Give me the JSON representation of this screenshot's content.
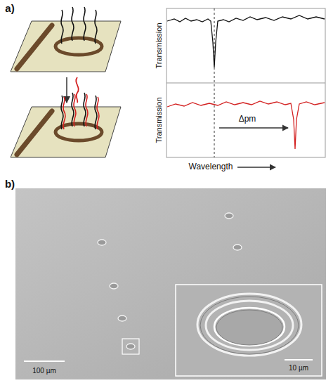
{
  "diagram": {
    "labels": [
      "a)",
      "Transmission",
      "Transmission",
      "Δpm",
      "Wavelength",
      "b)",
      "100 µm",
      "10 µm"
    ]
  }
}
